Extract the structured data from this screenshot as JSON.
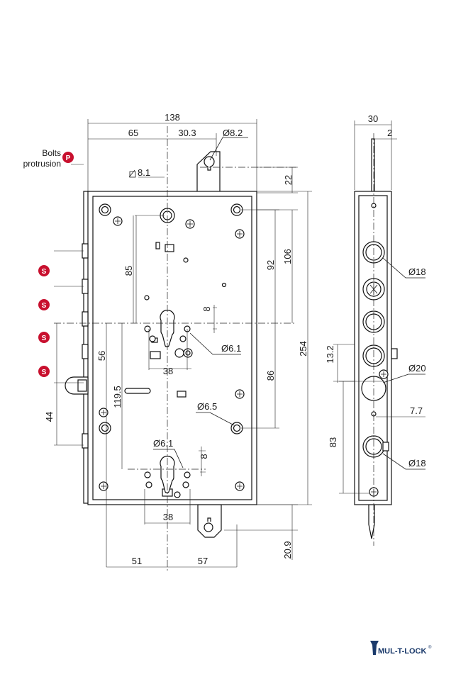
{
  "accent_color": "#c8102e",
  "brand_color": "#1b3a6b",
  "bolts_protrusion": {
    "line1": "Bolts",
    "line2": "protrusion",
    "badge": "P"
  },
  "security_badges": [
    "S",
    "S",
    "S",
    "S"
  ],
  "front_view": {
    "dim_overall_width": "138",
    "dim_left_offset": "65",
    "dim_right_offset": "30.3",
    "dim_hook_hole": "Ø8.2",
    "dim_square": "8.1",
    "dim_top_hook": "22",
    "dim_85": "85",
    "dim_92": "92",
    "dim_106": "106",
    "dim_8_upper": "8",
    "dim_cyl_hole_upper": "Ø6.1",
    "dim_254": "254",
    "dim_56": "56",
    "dim_38_upper": "38",
    "dim_86": "86",
    "dim_119_5": "119.5",
    "dim_fix_hole": "Ø6.5",
    "dim_44": "44",
    "dim_cyl_hole_lower": "Ø6.1",
    "dim_8_lower": "8",
    "dim_38_lower": "38",
    "dim_20_9": "20.9",
    "dim_51": "51",
    "dim_57": "57"
  },
  "side_view": {
    "dim_width": "30",
    "dim_offset": "2",
    "dim_bolt_top": "Ø18",
    "dim_13_2": "13.2",
    "dim_latch": "Ø20",
    "dim_7_7": "7.7",
    "dim_83": "83",
    "dim_bolt_bottom": "Ø18"
  },
  "logo": {
    "text": "MUL-T-LOCK",
    "reg": "®"
  }
}
